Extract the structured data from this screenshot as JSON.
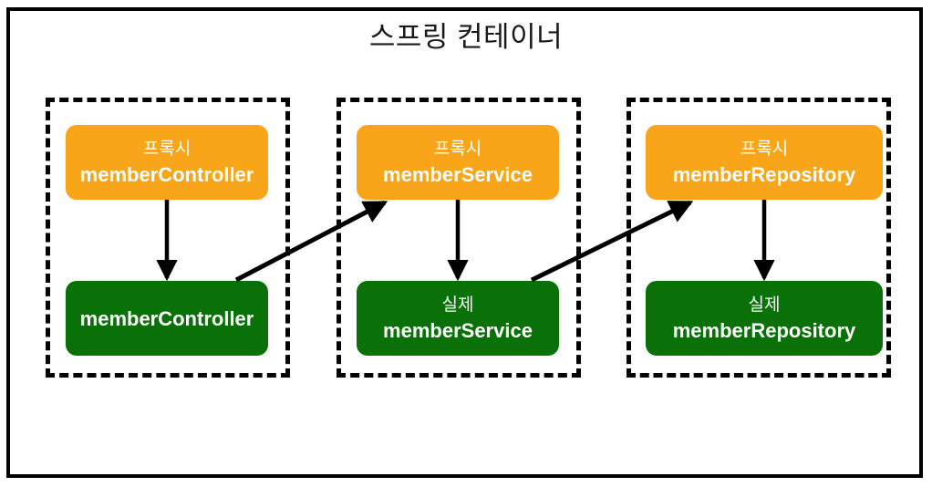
{
  "diagram": {
    "title": "스프링 컨테이너",
    "colors": {
      "proxy_fill": "#F9A51A",
      "real_fill": "#0A7008",
      "frame_border": "#000000",
      "group_border": "#000000",
      "label_text": "#FFFFFF",
      "title_text": "#1A1A1A",
      "background": "#FFFFFF"
    },
    "groups": [
      {
        "id": "group-0",
        "proxy": {
          "prefix": "프록시",
          "name": "memberController"
        },
        "real": {
          "prefix": "",
          "name": "memberController"
        }
      },
      {
        "id": "group-1",
        "proxy": {
          "prefix": "프록시",
          "name": "memberService"
        },
        "real": {
          "prefix": "실제",
          "name": "memberService"
        }
      },
      {
        "id": "group-2",
        "proxy": {
          "prefix": "프록시",
          "name": "memberRepository"
        },
        "real": {
          "prefix": "실제",
          "name": "memberRepository"
        }
      }
    ],
    "arrows": [
      {
        "id": "arrow-proxy-0-to-real-0",
        "kind": "vertical",
        "from": "프록시 memberController",
        "to": "memberController"
      },
      {
        "id": "arrow-real-0-to-proxy-1",
        "kind": "diagonal",
        "from": "memberController",
        "to": "프록시 memberService"
      },
      {
        "id": "arrow-proxy-1-to-real-1",
        "kind": "vertical",
        "from": "프록시 memberService",
        "to": "실제 memberService"
      },
      {
        "id": "arrow-real-1-to-proxy-2",
        "kind": "diagonal",
        "from": "실제 memberService",
        "to": "프록시 memberRepository"
      },
      {
        "id": "arrow-proxy-2-to-real-2",
        "kind": "vertical",
        "from": "프록시 memberRepository",
        "to": "실제 memberRepository"
      }
    ]
  }
}
